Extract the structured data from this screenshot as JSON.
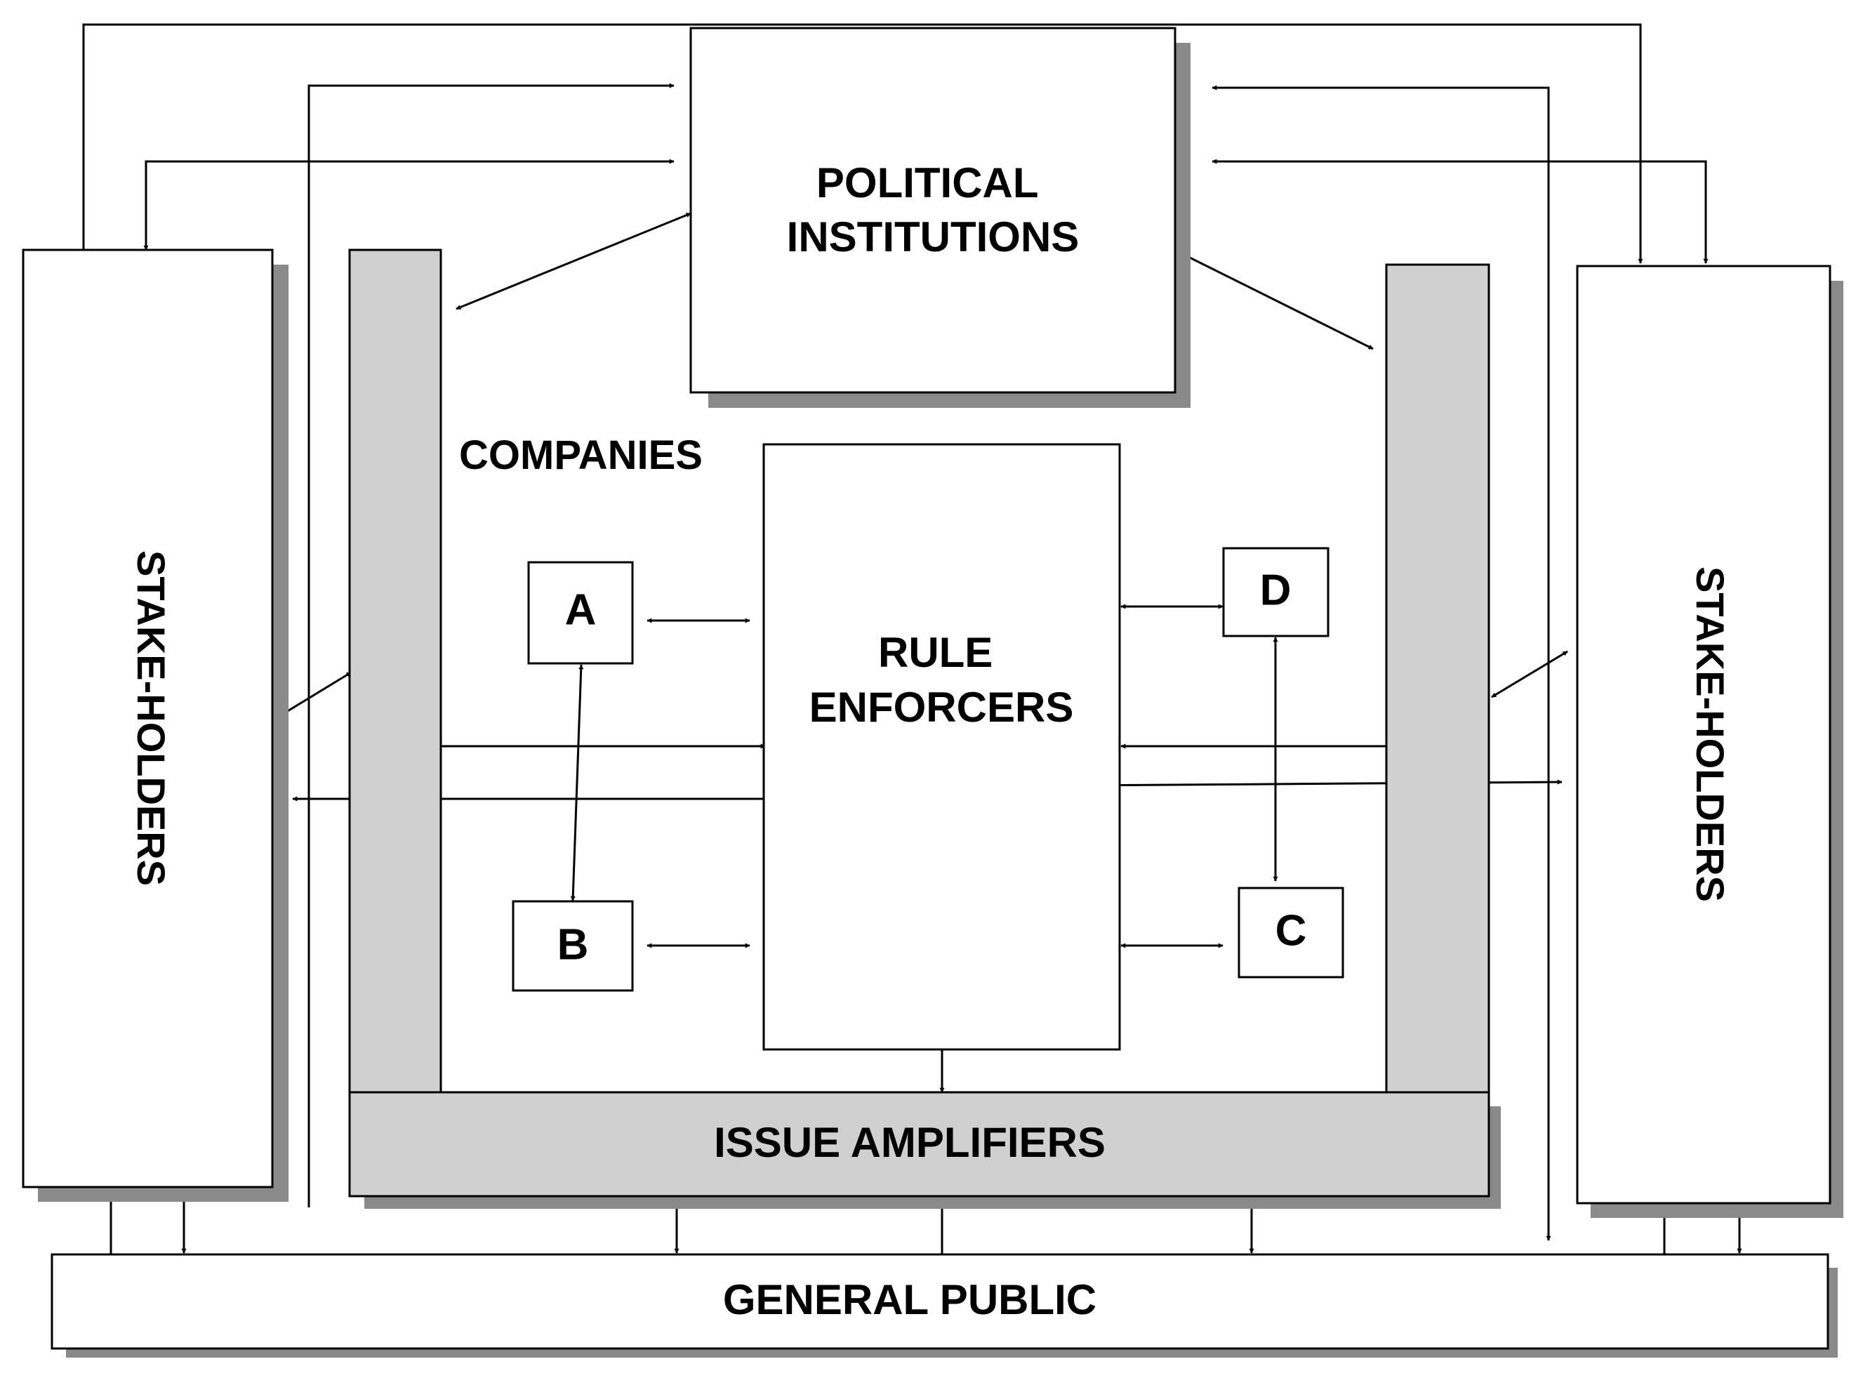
{
  "nodes": {
    "political_institutions": {
      "lines": [
        "POLITICAL",
        "INSTITUTIONS"
      ]
    },
    "companies": {
      "label": "COMPANIES"
    },
    "rule_enforcers": {
      "lines": [
        "RULE",
        "ENFORCERS"
      ]
    },
    "company_a": {
      "label": "A"
    },
    "company_b": {
      "label": "B"
    },
    "company_c": {
      "label": "C"
    },
    "company_d": {
      "label": "D"
    },
    "stakeholders_left": {
      "label": "STAKE-HOLDERS"
    },
    "stakeholders_right": {
      "label": "STAKE-HOLDERS"
    },
    "issue_amplifiers": {
      "label": "ISSUE AMPLIFIERS"
    },
    "general_public": {
      "label": "GENERAL PUBLIC"
    }
  },
  "colors": {
    "line": "#000000",
    "box_fill": "#ffffff",
    "amplifier_fill": "#d0d0d0",
    "shadow": "#8a8a8a"
  }
}
